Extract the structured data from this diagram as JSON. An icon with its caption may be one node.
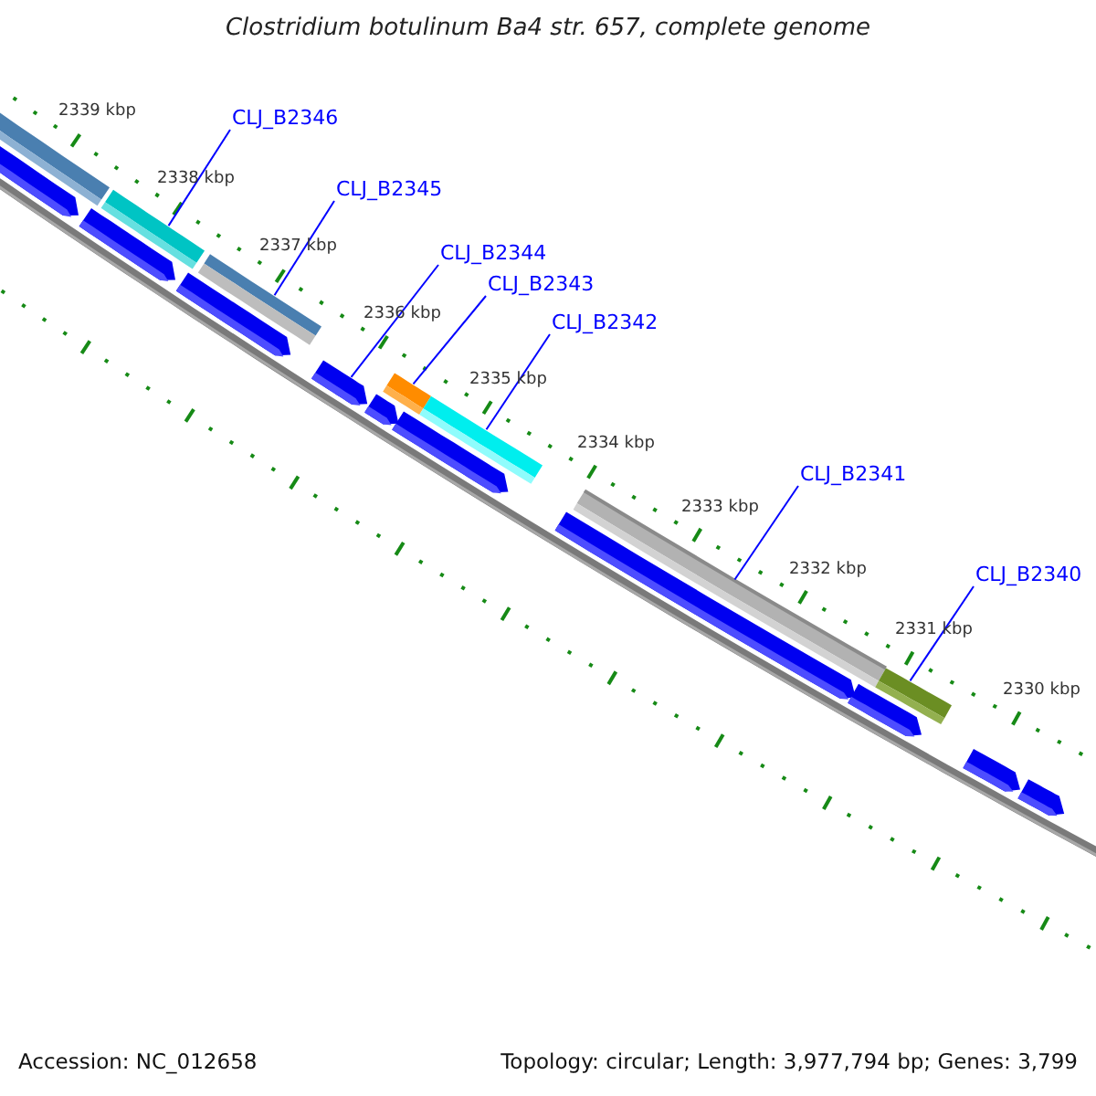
{
  "diagram": {
    "title": "Clostridium botulinum Ba4 str. 657, complete genome",
    "nodes": [
      {
        "text": [
          "CLJ_B2346"
        ]
      },
      {
        "text": [
          "CLJ_B2345"
        ]
      },
      {
        "text": [
          "CLJ_B2344"
        ]
      },
      {
        "text": [
          "CLJ_B2343"
        ]
      },
      {
        "text": [
          "CLJ_B2342"
        ]
      },
      {
        "text": [
          "CLJ_B2341"
        ]
      },
      {
        "text": [
          "CLJ_B2340"
        ]
      },
      {
        "text": [],
        "shape": "bar"
      },
      {
        "text": [],
        "shape": "bar"
      },
      {
        "text": [],
        "shape": "bar"
      },
      {
        "text": [],
        "shape": "bar"
      },
      {
        "text": [],
        "shape": "bar"
      },
      {
        "text": [],
        "shape": "bar"
      },
      {
        "text": [],
        "shape": "bar"
      },
      {
        "text": [],
        "shape": "pentagon"
      },
      {
        "text": [],
        "shape": "pentagon"
      },
      {
        "text": [],
        "shape": "pentagon"
      },
      {
        "text": [],
        "shape": "pentagon"
      },
      {
        "text": [],
        "shape": "pentagon"
      },
      {
        "text": [],
        "shape": "pentagon"
      },
      {
        "text": [],
        "shape": "pentagon"
      },
      {
        "text": [],
        "shape": "pentagon"
      },
      {
        "text": [],
        "shape": "pentagon"
      },
      {
        "text": [],
        "shape": "pentagon"
      }
    ],
    "edges": [
      {
        "from": 0,
        "to": 8,
        "arrow": "none"
      },
      {
        "from": 1,
        "to": 9,
        "arrow": "none"
      },
      {
        "from": 2,
        "to": 17,
        "arrow": "none"
      },
      {
        "from": 3,
        "to": 10,
        "arrow": "none"
      },
      {
        "from": 4,
        "to": 11,
        "arrow": "none"
      },
      {
        "from": 5,
        "to": 12,
        "arrow": "none"
      },
      {
        "from": 6,
        "to": 13,
        "arrow": "none"
      }
    ],
    "labels": [
      "2339 kbp",
      "2338 kbp",
      "2337 kbp",
      "2336 kbp",
      "2335 kbp",
      "2334 kbp",
      "2333 kbp",
      "2332 kbp",
      "2331 kbp",
      "2330 kbp",
      "Accession: NC_012658",
      "Topology: circular; Length: 3,977,794 bp; Genes: 3,799"
    ]
  }
}
